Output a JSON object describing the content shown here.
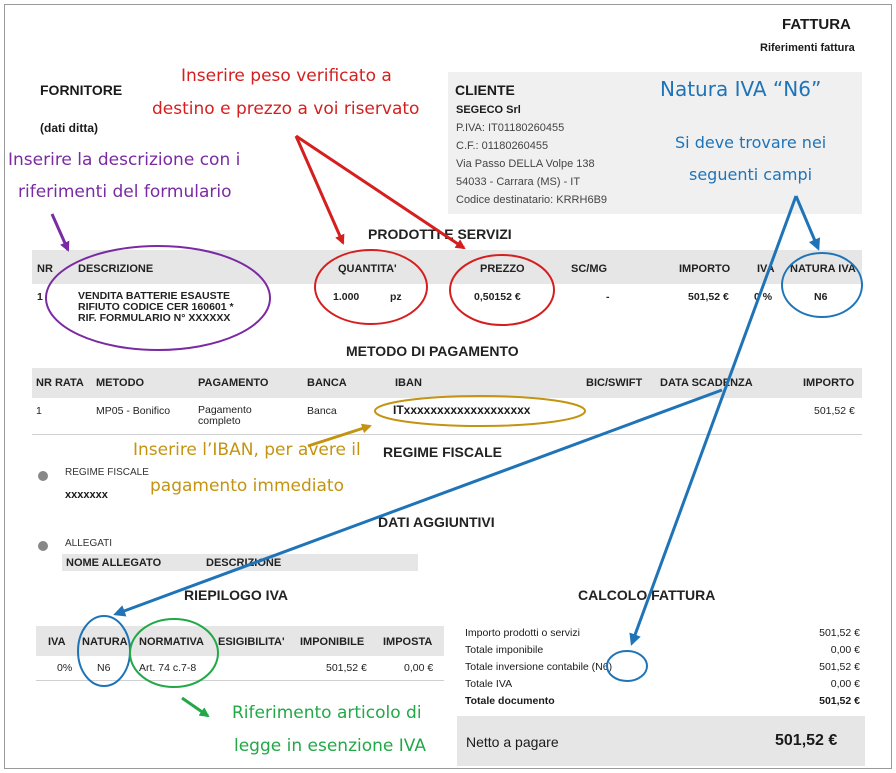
{
  "header": {
    "title": "FATTURA",
    "subtitle": "Riferimenti fattura"
  },
  "fornitore": {
    "title": "FORNITORE",
    "subtitle": "(dati ditta)"
  },
  "cliente": {
    "title": "CLIENTE",
    "name": "SEGECO Srl",
    "piva": "P.IVA: IT01180260455",
    "cf": "C.F.: 01180260455",
    "address": "Via Passo DELLA Volpe 138",
    "city": "54033 - Carrara (MS) - IT",
    "codice": "Codice destinatario: KRRH6B9"
  },
  "prodotti": {
    "section": "PRODOTTI E SERVIZI",
    "headers": [
      "NR",
      "DESCRIZIONE",
      "QUANTITA'",
      "PREZZO",
      "SC/MG",
      "IMPORTO",
      "IVA",
      "NATURA IVA"
    ],
    "row": {
      "nr": "1",
      "desc1": "VENDITA BATTERIE ESAUSTE",
      "desc2": "RIFIUTO CODICE CER 160601 *",
      "desc3": "RIF. FORMULARIO N° XXXXXX",
      "qty": "1.000",
      "unit": "pz",
      "price": "0,50152 €",
      "sc": "-",
      "importo": "501,52 €",
      "iva": "0 %",
      "natura": "N6"
    }
  },
  "pagamento": {
    "section": "METODO DI PAGAMENTO",
    "headers": [
      "NR RATA",
      "METODO",
      "PAGAMENTO",
      "BANCA",
      "IBAN",
      "BIC/SWIFT",
      "DATA SCADENZA",
      "IMPORTO"
    ],
    "row": {
      "nr": "1",
      "metodo": "MP05 - Bonifico",
      "pagamento1": "Pagamento",
      "pagamento2": "completo",
      "banca": "Banca",
      "iban": "ITxxxxxxxxxxxxxxxxxxx",
      "importo": "501,52 €"
    }
  },
  "regime": {
    "section": "REGIME FISCALE",
    "label": "REGIME FISCALE",
    "value": "xxxxxxx"
  },
  "dati": {
    "section": "DATI AGGIUNTIVI",
    "label": "ALLEGATI",
    "col1": "NOME ALLEGATO",
    "col2": "DESCRIZIONE"
  },
  "riepilogo": {
    "section": "RIEPILOGO IVA",
    "headers": [
      "IVA",
      "NATURA",
      "NORMATIVA",
      "ESIGIBILITA'",
      "IMPONIBILE",
      "IMPOSTA"
    ],
    "row": {
      "iva": "0%",
      "natura": "N6",
      "normativa": "Art. 74 c.7-8",
      "imponibile": "501,52 €",
      "imposta": "0,00 €"
    }
  },
  "calcolo": {
    "section": "CALCOLO FATTURA",
    "rows": [
      {
        "label": "Importo prodotti o servizi",
        "value": "501,52 €"
      },
      {
        "label": "Totale imponibile",
        "value": "0,00 €"
      },
      {
        "label": "Totale inversione contabile (N6)",
        "value": "501,52 €"
      },
      {
        "label": "Totale IVA",
        "value": "0,00 €"
      },
      {
        "label": "Totale documento",
        "value": "501,52 €"
      }
    ],
    "netto_label": "Netto a pagare",
    "netto_value": "501,52 €"
  },
  "annotations": {
    "peso_1": "Inserire peso verificato a",
    "peso_2": "destino e prezzo a voi riservato",
    "natura_title": "Natura IVA “N6”",
    "natura_1": "Si deve trovare nei",
    "natura_2": "seguenti campi",
    "desc_1": "Inserire la descrizione con i",
    "desc_2": "riferimenti del formulario",
    "iban_1": "Inserire l’IBAN, per avere il",
    "iban_2": "pagamento immediato",
    "rif_1": "Riferimento articolo di",
    "rif_2": "legge in esenzione IVA"
  },
  "colors": {
    "red": "#d51f1f",
    "purple": "#7a2aa3",
    "blue": "#1f74b8",
    "gold": "#c49410",
    "green": "#22a847"
  }
}
